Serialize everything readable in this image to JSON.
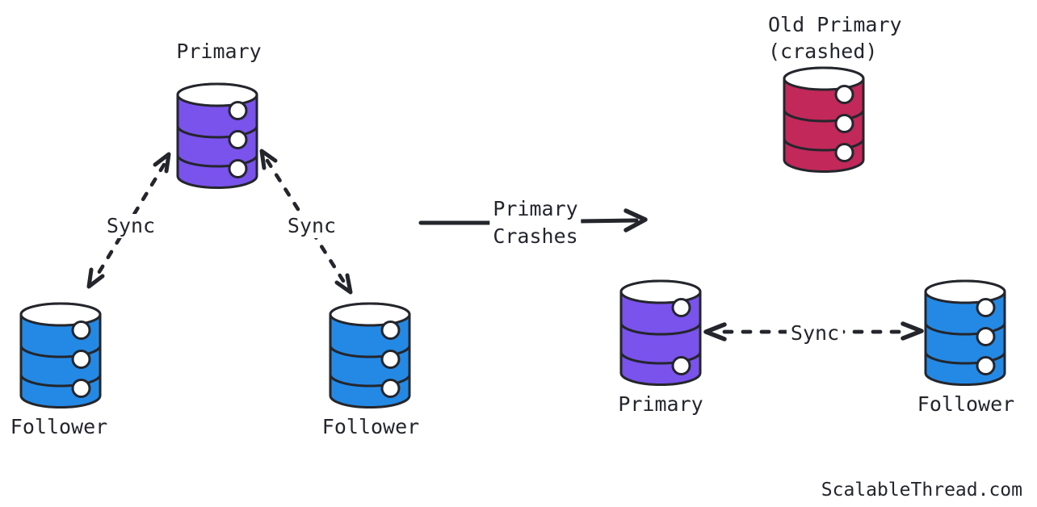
{
  "colors": {
    "primary_db": "#7A52EC",
    "follower_db": "#2489E5",
    "crashed_db": "#C2285A",
    "ink": "#24262c",
    "background": "#ffffff"
  },
  "before": {
    "primary_label": "Primary",
    "follower_left_label": "Follower",
    "follower_right_label": "Follower",
    "sync_left_label": "Sync",
    "sync_right_label": "Sync"
  },
  "transition": {
    "line1": "Primary",
    "line2": "Crashes"
  },
  "after": {
    "old_primary_line1": "Old Primary",
    "old_primary_line2": "(crashed)",
    "primary_label": "Primary",
    "follower_label": "Follower",
    "sync_label": "Sync"
  },
  "watermark": "ScalableThread.com"
}
